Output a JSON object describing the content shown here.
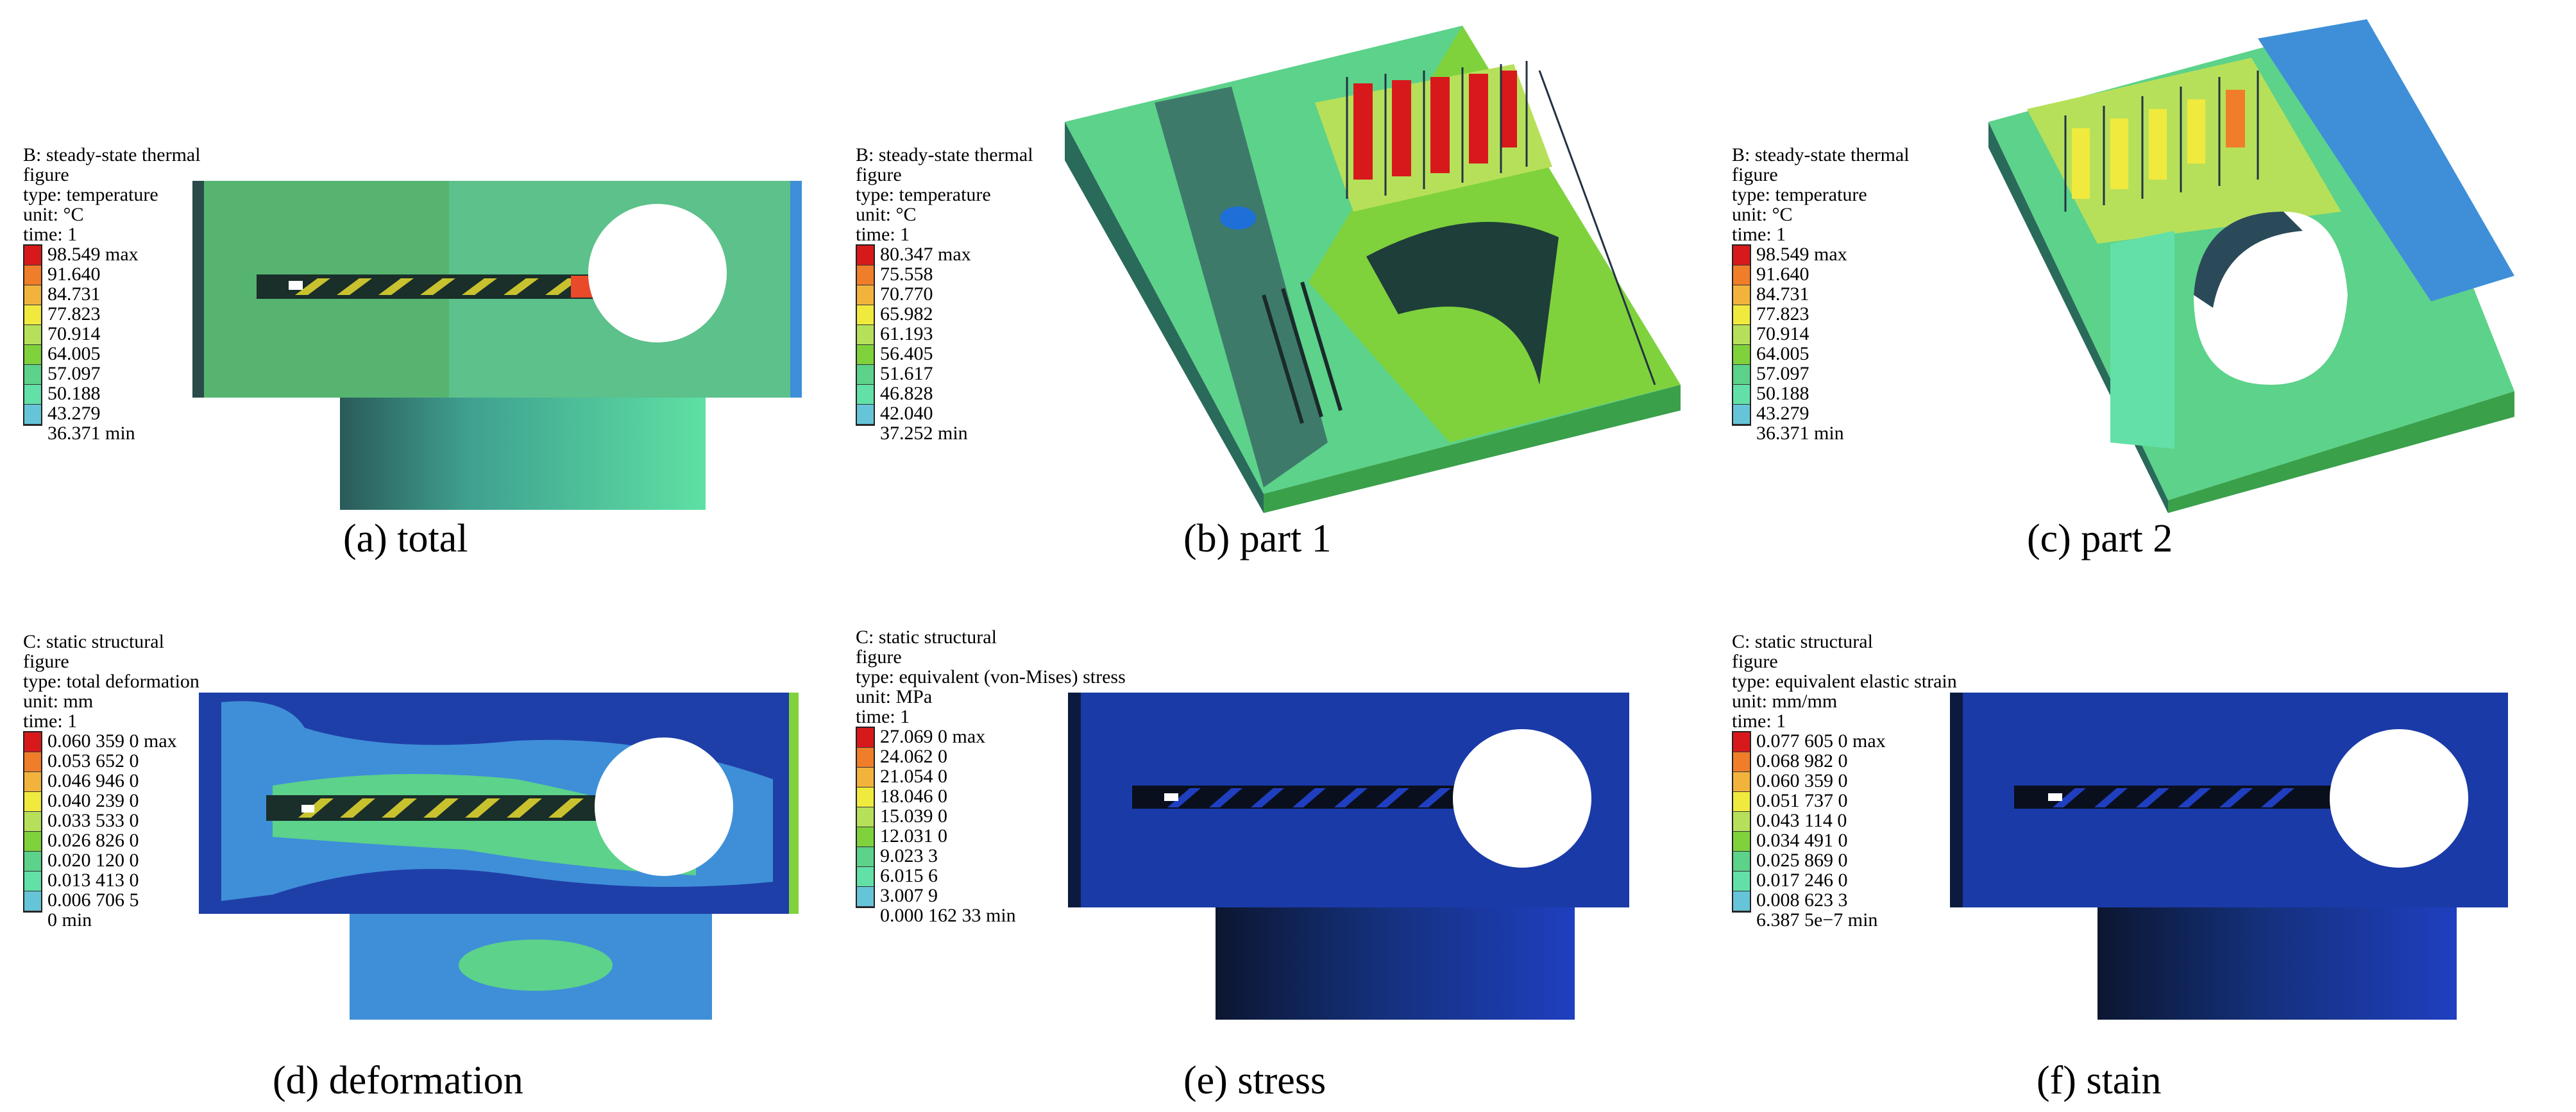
{
  "scale_colors": [
    "#d7191c",
    "#f07d2a",
    "#f2b33c",
    "#f0ea3e",
    "#b7e05a",
    "#7fd23c",
    "#5cd28a",
    "#62e0a8",
    "#66c4d8",
    "#3e8fd8",
    "#1f3fc0"
  ],
  "panels": [
    {
      "caption": "(a) total",
      "header": [
        "B: steady-state thermal",
        "figure",
        "type: temperature",
        "unit: °C",
        "time: 1"
      ],
      "levels": [
        "98.549 max",
        "91.640",
        "84.731",
        "77.823",
        "70.914",
        "64.005",
        "57.097",
        "50.188",
        "43.279",
        "36.371 min"
      ]
    },
    {
      "caption": "(b) part 1",
      "header": [
        "B: steady-state thermal",
        "figure",
        "type: temperature",
        "unit: °C",
        "time: 1"
      ],
      "levels": [
        "80.347 max",
        "75.558",
        "70.770",
        "65.982",
        "61.193",
        "56.405",
        "51.617",
        "46.828",
        "42.040",
        "37.252 min"
      ]
    },
    {
      "caption": "(c) part 2",
      "header": [
        "B: steady-state thermal",
        "figure",
        "type: temperature",
        "unit: °C",
        "time: 1"
      ],
      "levels": [
        "98.549 max",
        "91.640",
        "84.731",
        "77.823",
        "70.914",
        "64.005",
        "57.097",
        "50.188",
        "43.279",
        "36.371 min"
      ]
    },
    {
      "caption": "(d) deformation",
      "header": [
        "C: static structural",
        "figure",
        "type: total deformation",
        "unit: mm",
        "time: 1"
      ],
      "levels": [
        "0.060 359 0 max",
        "0.053 652 0",
        "0.046 946 0",
        "0.040 239 0",
        "0.033 533 0",
        "0.026 826 0",
        "0.020 120 0",
        "0.013 413 0",
        "0.006 706 5",
        "0 min"
      ]
    },
    {
      "caption": "(e) stress",
      "header": [
        "C: static structural",
        "figure",
        "type: equivalent (von-Mises) stress",
        "unit: MPa",
        "time: 1"
      ],
      "levels": [
        "27.069 0 max",
        "24.062 0",
        "21.054 0",
        "18.046 0",
        "15.039 0",
        "12.031 0",
        "9.023 3",
        "6.015 6",
        "3.007 9",
        "0.000 162 33 min"
      ]
    },
    {
      "caption": "(f) stain",
      "header": [
        "C: static structural",
        "figure",
        "type: equivalent elastic strain",
        "unit: mm/mm",
        "time: 1"
      ],
      "levels": [
        "0.077 605 0 max",
        "0.068 982 0",
        "0.060 359 0",
        "0.051 737 0",
        "0.043 114 0",
        "0.034 491 0",
        "0.025 869 0",
        "0.017 246 0",
        "0.008 623 3",
        "6.387 5e−7 min"
      ]
    }
  ]
}
